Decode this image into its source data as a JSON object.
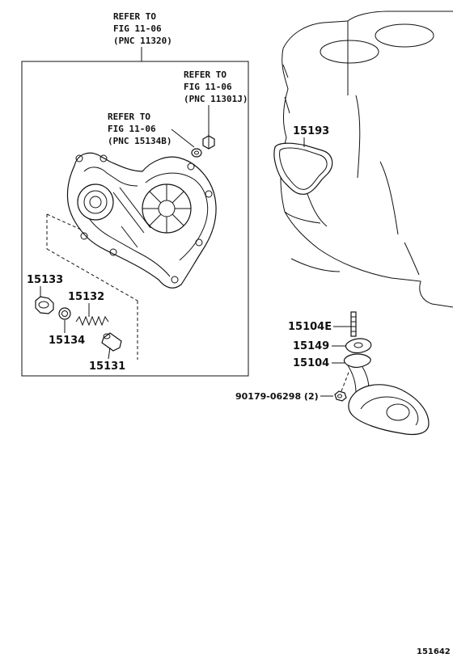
{
  "refs": {
    "ref_11320": {
      "line1": "REFER TO",
      "line2": "FIG 11-06",
      "line3": "(PNC 11320)"
    },
    "ref_11301j": {
      "line1": "REFER TO",
      "line2": "FIG 11-06",
      "line3": "(PNC 11301J)"
    },
    "ref_15134b": {
      "line1": "REFER TO",
      "line2": "FIG 11-06",
      "line3": "(PNC 15134B)"
    }
  },
  "parts": {
    "p15193": "15193",
    "p15133": "15133",
    "p15132": "15132",
    "p15134": "15134",
    "p15131": "15131",
    "p15104e": "15104E",
    "p15149": "15149",
    "p15104": "15104",
    "p90179": "90179-06298 (2)"
  },
  "diagram_id": "151642"
}
